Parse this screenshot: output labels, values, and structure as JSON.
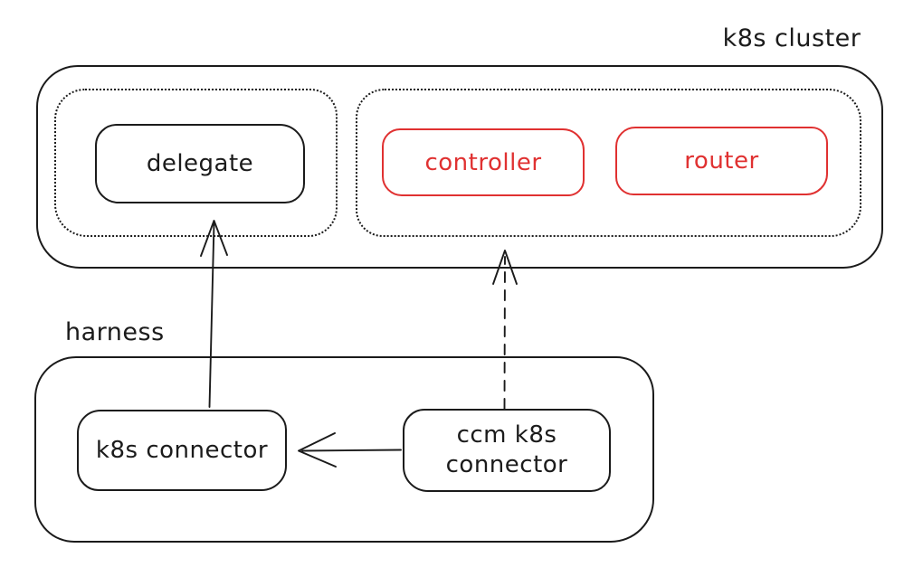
{
  "colors": {
    "ink": "#1b1b1b",
    "red": "#e03131",
    "background": "#ffffff"
  },
  "cluster": {
    "label": "k8s cluster",
    "delegate_group": {
      "delegate": {
        "label": "delegate"
      }
    },
    "ccm_group": {
      "controller": {
        "label": "controller"
      },
      "router": {
        "label": "router"
      }
    }
  },
  "harness": {
    "label": "harness",
    "k8s_connector": {
      "label": "k8s connector"
    },
    "ccm_k8s_connector": {
      "label_line1": "ccm k8s",
      "label_line2": "connector"
    }
  },
  "arrows": [
    {
      "name": "k8s-connector-to-delegate-group",
      "style": "solid",
      "from": "k8s connector",
      "to": "delegate group"
    },
    {
      "name": "ccm-k8s-connector-to-ccm-group",
      "style": "dashed",
      "from": "ccm k8s connector",
      "to": "ccm group"
    },
    {
      "name": "ccm-k8s-connector-to-k8s-connector",
      "style": "solid",
      "from": "ccm k8s connector",
      "to": "k8s connector"
    }
  ]
}
